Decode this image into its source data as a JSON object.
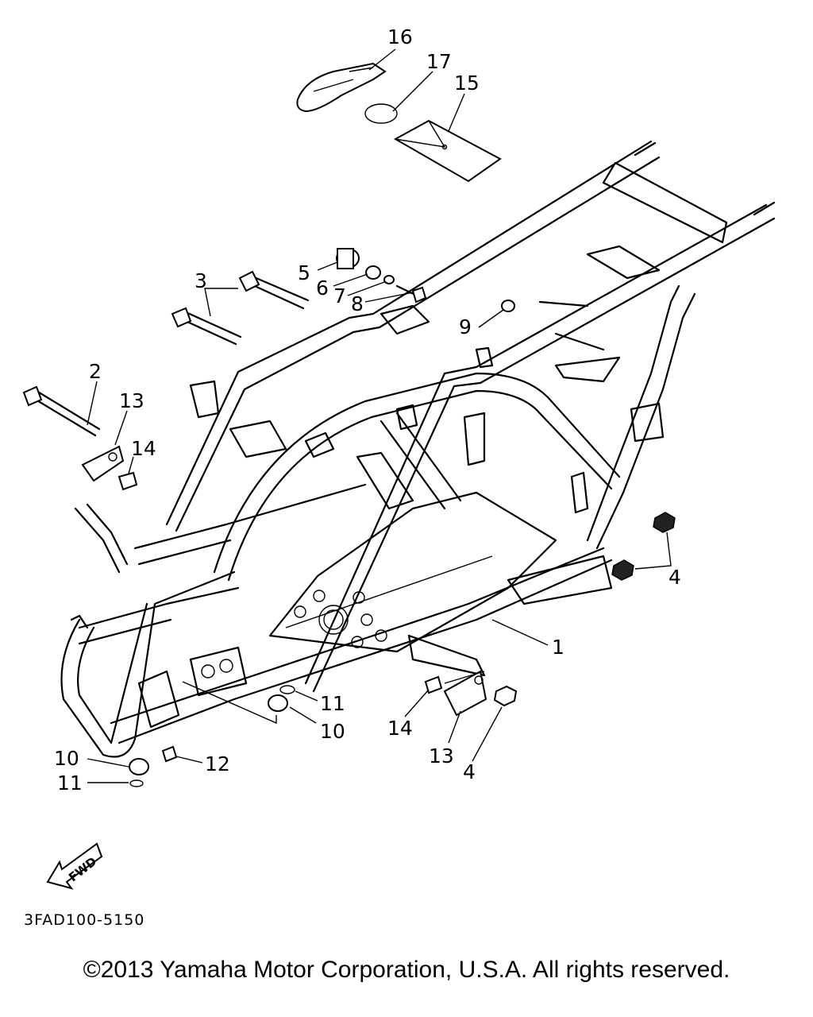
{
  "labels": {
    "l1": "1",
    "l2": "2",
    "l3": "3",
    "l4a": "4",
    "l4b": "4",
    "l5": "5",
    "l6": "6",
    "l7": "7",
    "l8": "8",
    "l9": "9",
    "l10a": "10",
    "l10b": "10",
    "l11a": "11",
    "l11b": "11",
    "l12": "12",
    "l13a": "13",
    "l13b": "13",
    "l14a": "14",
    "l14b": "14",
    "l15": "15",
    "l16": "16",
    "l17": "17"
  },
  "fwd_arrow_text": "FWD",
  "diagram_code": "3FAD100-5150",
  "copyright": "©2013 Yamaha Motor Corporation, U.S.A. All rights reserved."
}
